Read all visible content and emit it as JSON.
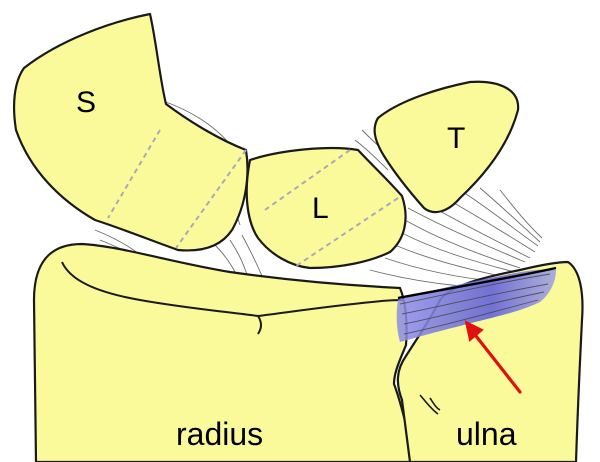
{
  "labels": {
    "scaphoid": "S",
    "lunate": "L",
    "triquetrum": "T",
    "radius": "radius",
    "ulna": "ulna"
  },
  "colors": {
    "bone_fill": "#fafa9a",
    "outline": "#1a1a1a",
    "highlight": "#6a6ad6",
    "arrow": "#e01010",
    "dashed_line": "#a9a9b8"
  }
}
